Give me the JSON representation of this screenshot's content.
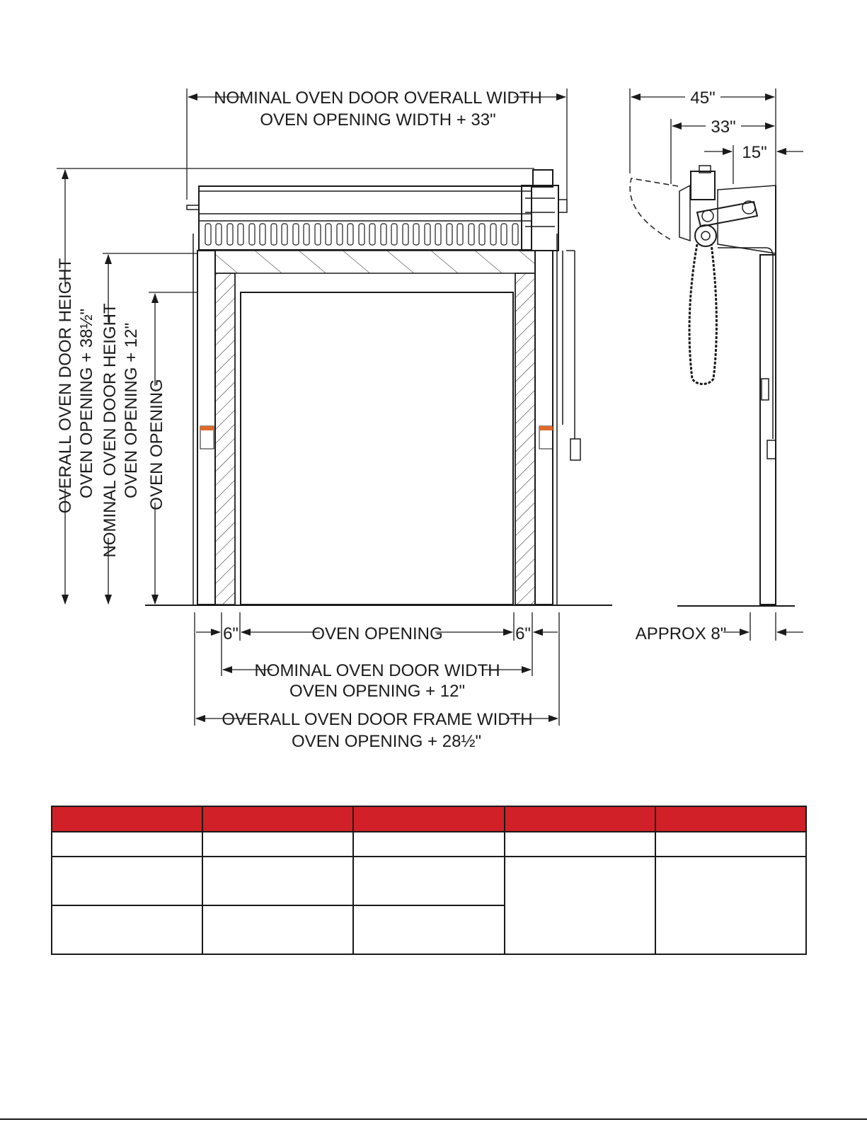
{
  "front_view": {
    "top_dimension": {
      "line1": "NOMINAL OVEN DOOR OVERALL WIDTH",
      "line2": "OVEN OPENING WIDTH + 33\""
    },
    "overall_height": {
      "line1": "OVERALL OVEN DOOR HEIGHT",
      "line2": "OVEN OPENING + 38½\""
    },
    "nominal_height": {
      "line1": "NOMINAL OVEN DOOR HEIGHT",
      "line2": "OVEN OPENING + 12\""
    },
    "opening_height": "OVEN OPENING",
    "bottom_left_side": "6\"",
    "bottom_opening": "OVEN OPENING",
    "bottom_right_side": "6\"",
    "nominal_width": {
      "line1": "NOMINAL OVEN DOOR WIDTH",
      "line2": "OVEN OPENING + 12\""
    },
    "frame_width": {
      "line1": "OVERALL OVEN DOOR FRAME WIDTH",
      "line2": "OVEN OPENING + 28½\""
    }
  },
  "side_view": {
    "depth_overall": "45\"",
    "depth_mid": "33\"",
    "depth_wall": "15\"",
    "bottom_offset": "APPROX 8\""
  },
  "spec_table": {
    "header_color": "#d12027",
    "columns": 5,
    "rows": 3
  }
}
